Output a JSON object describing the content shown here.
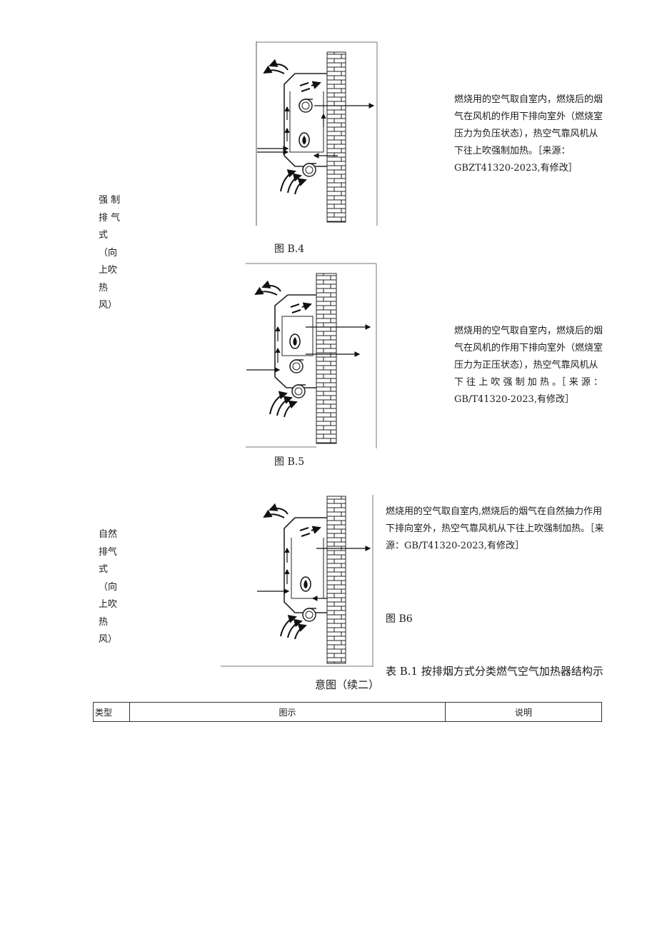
{
  "rows": [
    {
      "type_label_lines": [
        "强 制",
        "排 气",
        "式",
        "（向",
        "上吹",
        "热",
        "风）"
      ],
      "figures": [
        {
          "caption": "图 B.4",
          "description_lines": [
            "燃烧用的空气取自室内，燃烧后的烟",
            "气在风机的作用下排向室外（燃烧室",
            "压力为负压状态），热空气靠风机从",
            "下往上吹强制加热。［来源：",
            "GBZT41320-2023,有修改］"
          ]
        },
        {
          "caption": "图 B.5",
          "description_lines": [
            "燃烧用的空气取自室内，燃烧后的烟",
            "气在风机的作用下排向室外（燃烧室",
            "压力为正压状态），热空气靠风机从",
            "下 往 上 吹 强 制 加 热 。［ 来 源 ：",
            "GB/T41320-2023,有修改］"
          ]
        }
      ]
    },
    {
      "type_label_lines": [
        "自然",
        "排气",
        "式",
        "（向",
        "上吹",
        "热",
        "风）"
      ],
      "figures": [
        {
          "caption": "图 B6",
          "description_lines": [
            "燃烧用的空气取自室内,燃烧后的烟气在自然抽力作用",
            "下排向室外，热空气靠风机从下往上吹强制加热。［来",
            "源：GB/T41320-2023,有修改］"
          ]
        }
      ]
    }
  ],
  "table_title_line1": "表 B.1 按排烟方式分类燃气空气加热器结构示",
  "table_title_line2": "意图（续二）",
  "table_header": {
    "type": "类型",
    "figure": "图示",
    "description": "说明"
  }
}
